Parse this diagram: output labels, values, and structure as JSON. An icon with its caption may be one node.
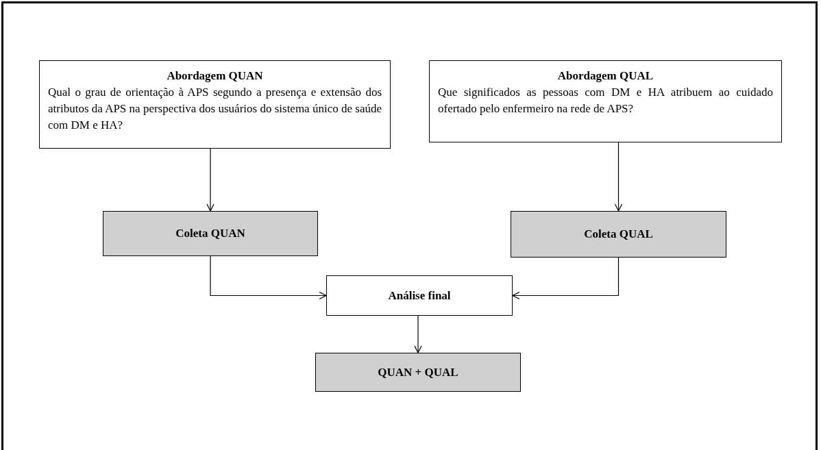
{
  "diagram": {
    "nodes": [
      {
        "text": [
          "Abordagem QUAN",
          "Qual o grau de orientação à APS segundo a presença e extensão dos atributos da APS na perspectiva dos usuários do sistema único de saúde com DM e HA?"
        ]
      },
      {
        "text": [
          "Abordagem QUAL",
          "Que significados as pessoas com DM e HA atribuem ao cuidado ofertado pelo enfermeiro na rede de APS?"
        ]
      },
      {
        "text": [
          "Coleta QUAN"
        ]
      },
      {
        "text": [
          "Coleta QUAL"
        ]
      },
      {
        "text": [
          "Análise final"
        ]
      },
      {
        "text": [
          "QUAN + QUAL"
        ]
      }
    ],
    "edges": [
      {
        "from": 0,
        "to": 2,
        "arrow": "to"
      },
      {
        "from": 1,
        "to": 3,
        "arrow": "to"
      },
      {
        "from": 2,
        "to": 4,
        "arrow": "to"
      },
      {
        "from": 3,
        "to": 4,
        "arrow": "to"
      },
      {
        "from": 4,
        "to": 5,
        "arrow": "to"
      }
    ]
  }
}
